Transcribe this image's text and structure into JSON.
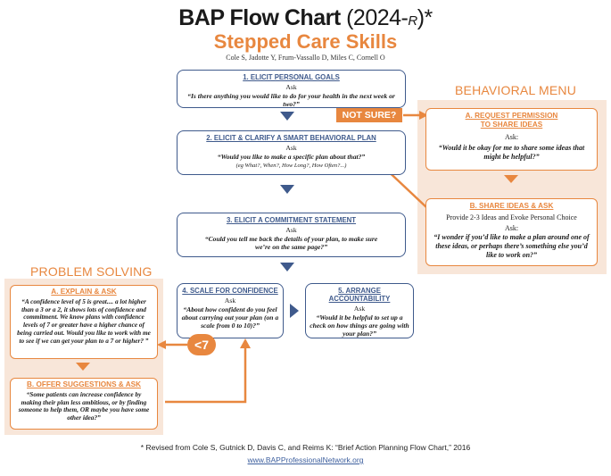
{
  "header": {
    "title_main": "BAP Flow Chart ",
    "title_year_open": "(2024-",
    "title_r": "R",
    "title_year_close": ")*",
    "subtitle": "Stepped Care Skills",
    "authors": "Cole S, Jadotte Y, Frum-Vassallo D, Miles C, Cornell O"
  },
  "steps": [
    {
      "title": "1. ELICIT PERSONAL GOALS",
      "ask": "Ask",
      "question": "“Is there anything you would like to do for your health in the next week or two?”"
    },
    {
      "title": "2. ELICIT & CLARIFY A SMART BEHAVIORAL PLAN",
      "ask": "Ask",
      "question": "“Would you like to make a specific plan about that?”",
      "note": "(eg What?, When?, How Long?, How Often?...)"
    },
    {
      "title": "3. ELICIT A COMMITMENT STATEMENT",
      "ask": "Ask",
      "question": "“Could you tell me back the details of your plan, to make sure we’re on the same page?”"
    },
    {
      "title": "4. SCALE FOR CONFIDENCE",
      "ask": "Ask",
      "question": "“About how confident do you feel about carrying out your plan (on a scale from 0 to 10)?”"
    },
    {
      "title": "5. ARRANGE ACCOUNTABILITY",
      "ask": "Ask",
      "question": "“Would it be helpful to set up a check on how things are going with your plan?”"
    }
  ],
  "not_sure": "NOT SURE?",
  "less_than_7": "<7",
  "behavioral_menu": {
    "title": "BEHAVIORAL MENU",
    "a": {
      "title_l1": "A. REQUEST PERMISSION",
      "title_l2": "TO SHARE IDEAS",
      "ask": "Ask:",
      "question": "“Would it be okay for me to share some ideas that might be helpful?”"
    },
    "b": {
      "title": "B. SHARE IDEAS & ASK",
      "text": "Provide 2-3 Ideas and Evoke Personal Choice",
      "ask": "Ask:",
      "question": "“I wonder if you’d like to make a plan around one of these ideas, or perhaps there’s something else you’d like to work on?”"
    }
  },
  "problem_solving": {
    "title": "PROBLEM SOLVING",
    "a": {
      "title": "A. EXPLAIN & ASK",
      "text": "“A confidence level of 5 is great.... a lot higher than a 3 or a 2, it shows lots of confidence and commitment. We know plans with confidence levels of 7 or greater have a higher chance of being carried out. Would you like to work with me to see if we can get your plan to a 7 or higher? ”"
    },
    "b": {
      "title": "B. OFFER SUGGESTIONS & ASK",
      "text": "“Some patients can increase confidence by making their plan less ambitious, or by finding someone to help them, OR maybe you have some other idea?”"
    }
  },
  "footer": {
    "note": "* Revised from Cole S, Gutnick D, Davis C, and Reims K: “Brief Action Planning Flow Chart,” 2016",
    "link": "www.BAPProfessionalNetwork.org"
  },
  "colors": {
    "orange": "#e8873f",
    "blue": "#3f5a8c",
    "panel": "#f8e6d9"
  }
}
